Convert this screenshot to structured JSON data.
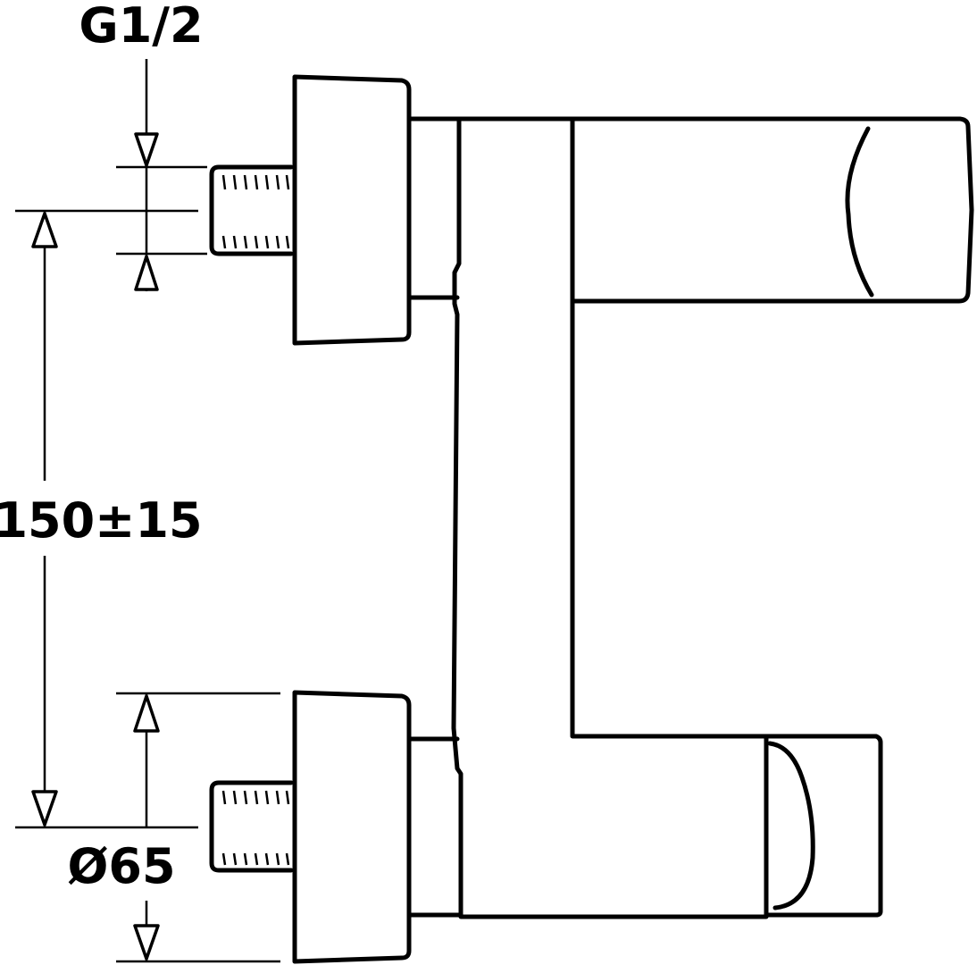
{
  "drawing": {
    "thread_size_label": "G1/2",
    "center_distance_label": "150±15",
    "escutcheon_diameter_label": "Ø65"
  },
  "colors": {
    "line": "#000000",
    "background": "#ffffff"
  }
}
